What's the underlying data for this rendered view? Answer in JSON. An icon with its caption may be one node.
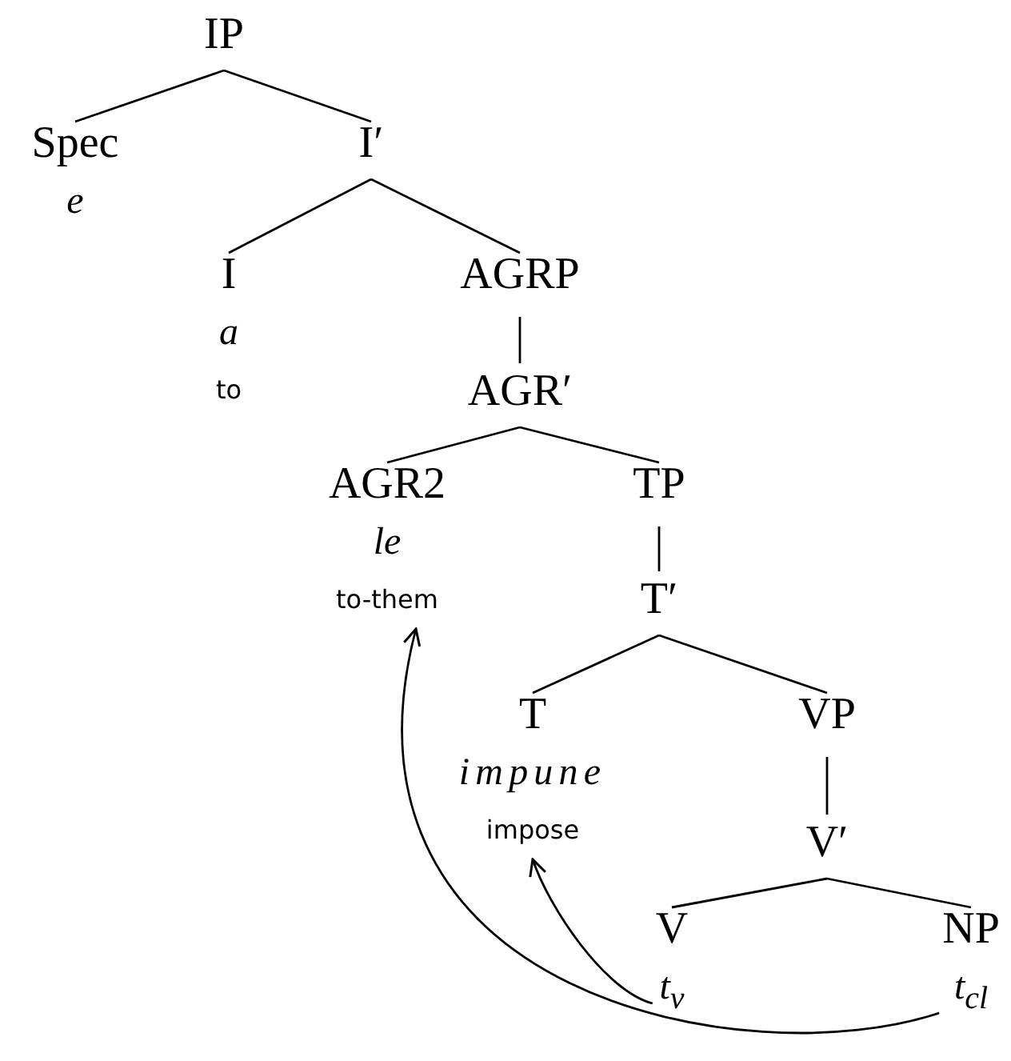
{
  "diagram": {
    "nodes": [
      {
        "text": [
          "IP"
        ]
      },
      {
        "text": [
          "Spec",
          "e"
        ]
      },
      {
        "text": [
          "I′"
        ]
      },
      {
        "text": [
          "I",
          "a",
          "to"
        ]
      },
      {
        "text": [
          "AGRP"
        ]
      },
      {
        "text": [
          "AGR′"
        ]
      },
      {
        "text": [
          "AGR2",
          "le",
          "to-them"
        ]
      },
      {
        "text": [
          "TP"
        ]
      },
      {
        "text": [
          "T′"
        ]
      },
      {
        "text": [
          "T",
          "impune",
          "impose"
        ]
      },
      {
        "text": [
          "VP"
        ]
      },
      {
        "text": [
          "V′"
        ]
      },
      {
        "text": [
          "V",
          "t$_{v}$"
        ]
      },
      {
        "text": [
          "NP",
          "t$_{cl}$"
        ]
      }
    ],
    "edges": [
      {
        "from": 0,
        "to": 1,
        "arrow": "none"
      },
      {
        "from": 0,
        "to": 2,
        "arrow": "none"
      },
      {
        "from": 2,
        "to": 3,
        "arrow": "none"
      },
      {
        "from": 2,
        "to": 4,
        "arrow": "none"
      },
      {
        "from": 4,
        "to": 5,
        "arrow": "none"
      },
      {
        "from": 5,
        "to": 6,
        "arrow": "none"
      },
      {
        "from": 5,
        "to": 7,
        "arrow": "none"
      },
      {
        "from": 7,
        "to": 8,
        "arrow": "none"
      },
      {
        "from": 8,
        "to": 9,
        "arrow": "none"
      },
      {
        "from": 8,
        "to": 10,
        "arrow": "none"
      },
      {
        "from": 10,
        "to": 11,
        "arrow": "none"
      },
      {
        "from": 11,
        "to": 12,
        "arrow": "none"
      },
      {
        "from": 11,
        "to": 13,
        "arrow": "none"
      },
      {
        "from": 12,
        "to": 9,
        "arrow": "to"
      },
      {
        "from": 13,
        "to": 6,
        "arrow": "to"
      }
    ]
  }
}
